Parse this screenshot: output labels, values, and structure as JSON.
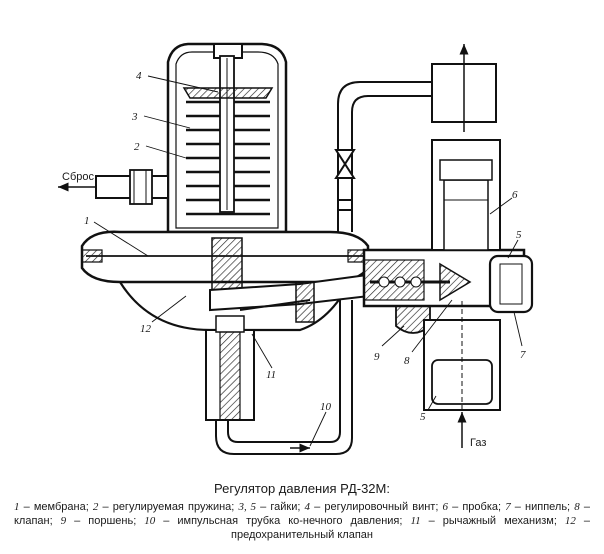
{
  "figure": {
    "labels": {
      "sbros": "Сброс",
      "gaz": "Газ"
    },
    "callouts": [
      "1",
      "2",
      "3",
      "4",
      "5",
      "5",
      "6",
      "7",
      "8",
      "9",
      "10",
      "11",
      "12"
    ]
  },
  "caption": {
    "title": "Регулятор давления РД-32М:",
    "legend": [
      {
        "n": "1",
        "t": " – мембрана; "
      },
      {
        "n": "2",
        "t": " – регулируемая пружина; "
      },
      {
        "n": "3, 5",
        "t": " – гайки; "
      },
      {
        "n": "4",
        "t": " – регулировочный винт; "
      },
      {
        "n": "6",
        "t": " – пробка; "
      },
      {
        "n": "7",
        "t": " – ниппель; "
      },
      {
        "n": "8",
        "t": " – клапан; "
      },
      {
        "n": "9",
        "t": " – поршень; "
      },
      {
        "n": "10",
        "t": " – импульсная трубка ко-нечного давления; "
      },
      {
        "n": "11",
        "t": " – рычажный механизм; "
      },
      {
        "n": "12",
        "t": " – предохранительный клапан"
      }
    ]
  }
}
